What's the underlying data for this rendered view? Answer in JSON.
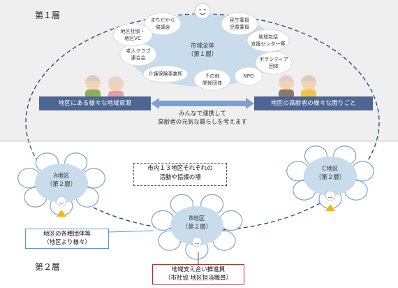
{
  "layer1": {
    "title": "第１層",
    "center_line1": "市域全体",
    "center_line2": "（第１層）",
    "satellites": [
      {
        "line1": "まちだから",
        "line2": "協議会"
      },
      {
        "line1": "民生委員",
        "line2": "児童委員"
      },
      {
        "line1": "地域包括",
        "line2": "支援センター等"
      },
      {
        "line1": "ボランティア",
        "line2": "団体"
      },
      {
        "line1": "NPO",
        "line2": ""
      },
      {
        "line1": "その他",
        "line2": "関係団体"
      },
      {
        "line1": "介護保険事業所",
        "line2": ""
      },
      {
        "line1": "老人クラブ",
        "line2": "連合会"
      },
      {
        "line1": "地区社協・",
        "line2": "地区VC"
      }
    ],
    "banner_left": "地区にある様々な地域資源",
    "banner_right": "地区の高齢者の様々な困りごと",
    "middle_line1": "みんなで連携して",
    "middle_line2": "高齢者の元気な暮らしを考えます"
  },
  "layer2": {
    "title": "第２層",
    "info_line1": "市内１３地区それぞれの",
    "info_line2": "活動や協議の場",
    "districts": [
      {
        "line1": "A地区",
        "line2": "（第２層）"
      },
      {
        "line1": "B地区",
        "line2": "（第２層）"
      },
      {
        "line1": "C地区",
        "line2": "（第２層）"
      }
    ],
    "groups_line1": "地区の各種団体等",
    "groups_line2": "（地区より様々）",
    "promoter_line1": "地域支え合い推進員",
    "promoter_line2": "（市社協 地区担当職員）"
  },
  "colors": {
    "layer1_bg": "#efefef",
    "circle_fill": "#c9dcec",
    "satellite_fill": "#ffffff",
    "banner": "#4d6592",
    "arrow": "#7f9ed0",
    "triangle": "#f5b800",
    "promoter_border": "#cc1f1f",
    "groups_border": "#4a9fd4",
    "ring_dash": "#1f3f7a"
  }
}
